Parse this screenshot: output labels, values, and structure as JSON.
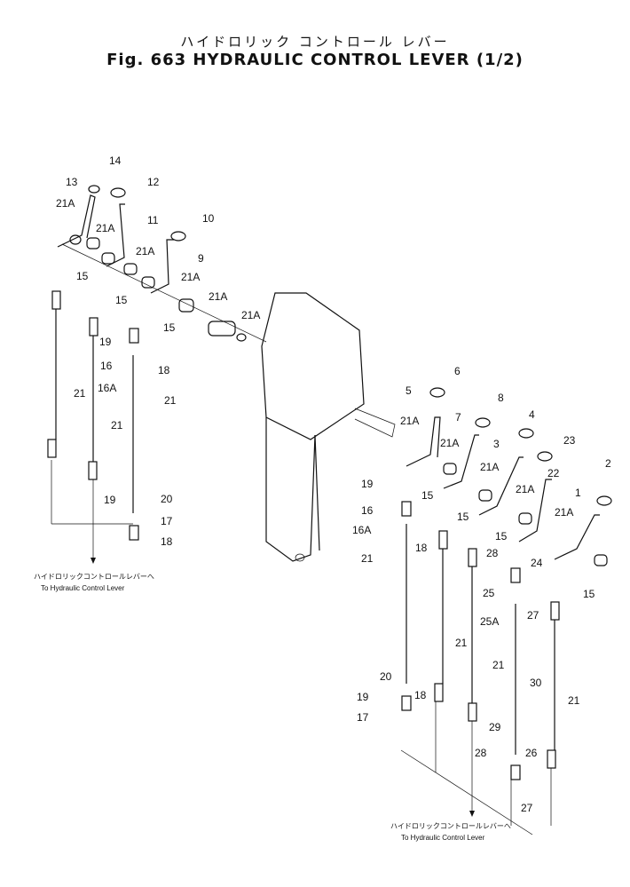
{
  "title": {
    "japanese": "ハイドロリック コントロール レバー",
    "english": "Fig. 663 HYDRAULIC CONTROL LEVER (1/2)"
  },
  "callouts_left": [
    "14",
    "13",
    "12",
    "21A",
    "21A",
    "11",
    "10",
    "21A",
    "9",
    "15",
    "15",
    "21A",
    "21A",
    "15",
    "21A",
    "19",
    "16",
    "18",
    "16A",
    "21",
    "21",
    "21",
    "19",
    "20",
    "17",
    "18"
  ],
  "callouts_right": [
    "6",
    "5",
    "8",
    "7",
    "21A",
    "4",
    "3",
    "23",
    "21A",
    "2",
    "22",
    "19",
    "15",
    "1",
    "21A",
    "16",
    "21A",
    "21A",
    "16A",
    "15",
    "15",
    "18",
    "21",
    "28",
    "24",
    "15",
    "25",
    "27",
    "25A",
    "21",
    "21",
    "30",
    "20",
    "18",
    "19",
    "21",
    "17",
    "29",
    "28",
    "26",
    "27"
  ],
  "notes": {
    "left_jp": "ハイドロリックコントロールレバーへ",
    "left_en": "To Hydraulic Control Lever",
    "right_jp": "ハイドロリックコントロールレバーへ",
    "right_en": "To Hydraulic Control Lever"
  }
}
